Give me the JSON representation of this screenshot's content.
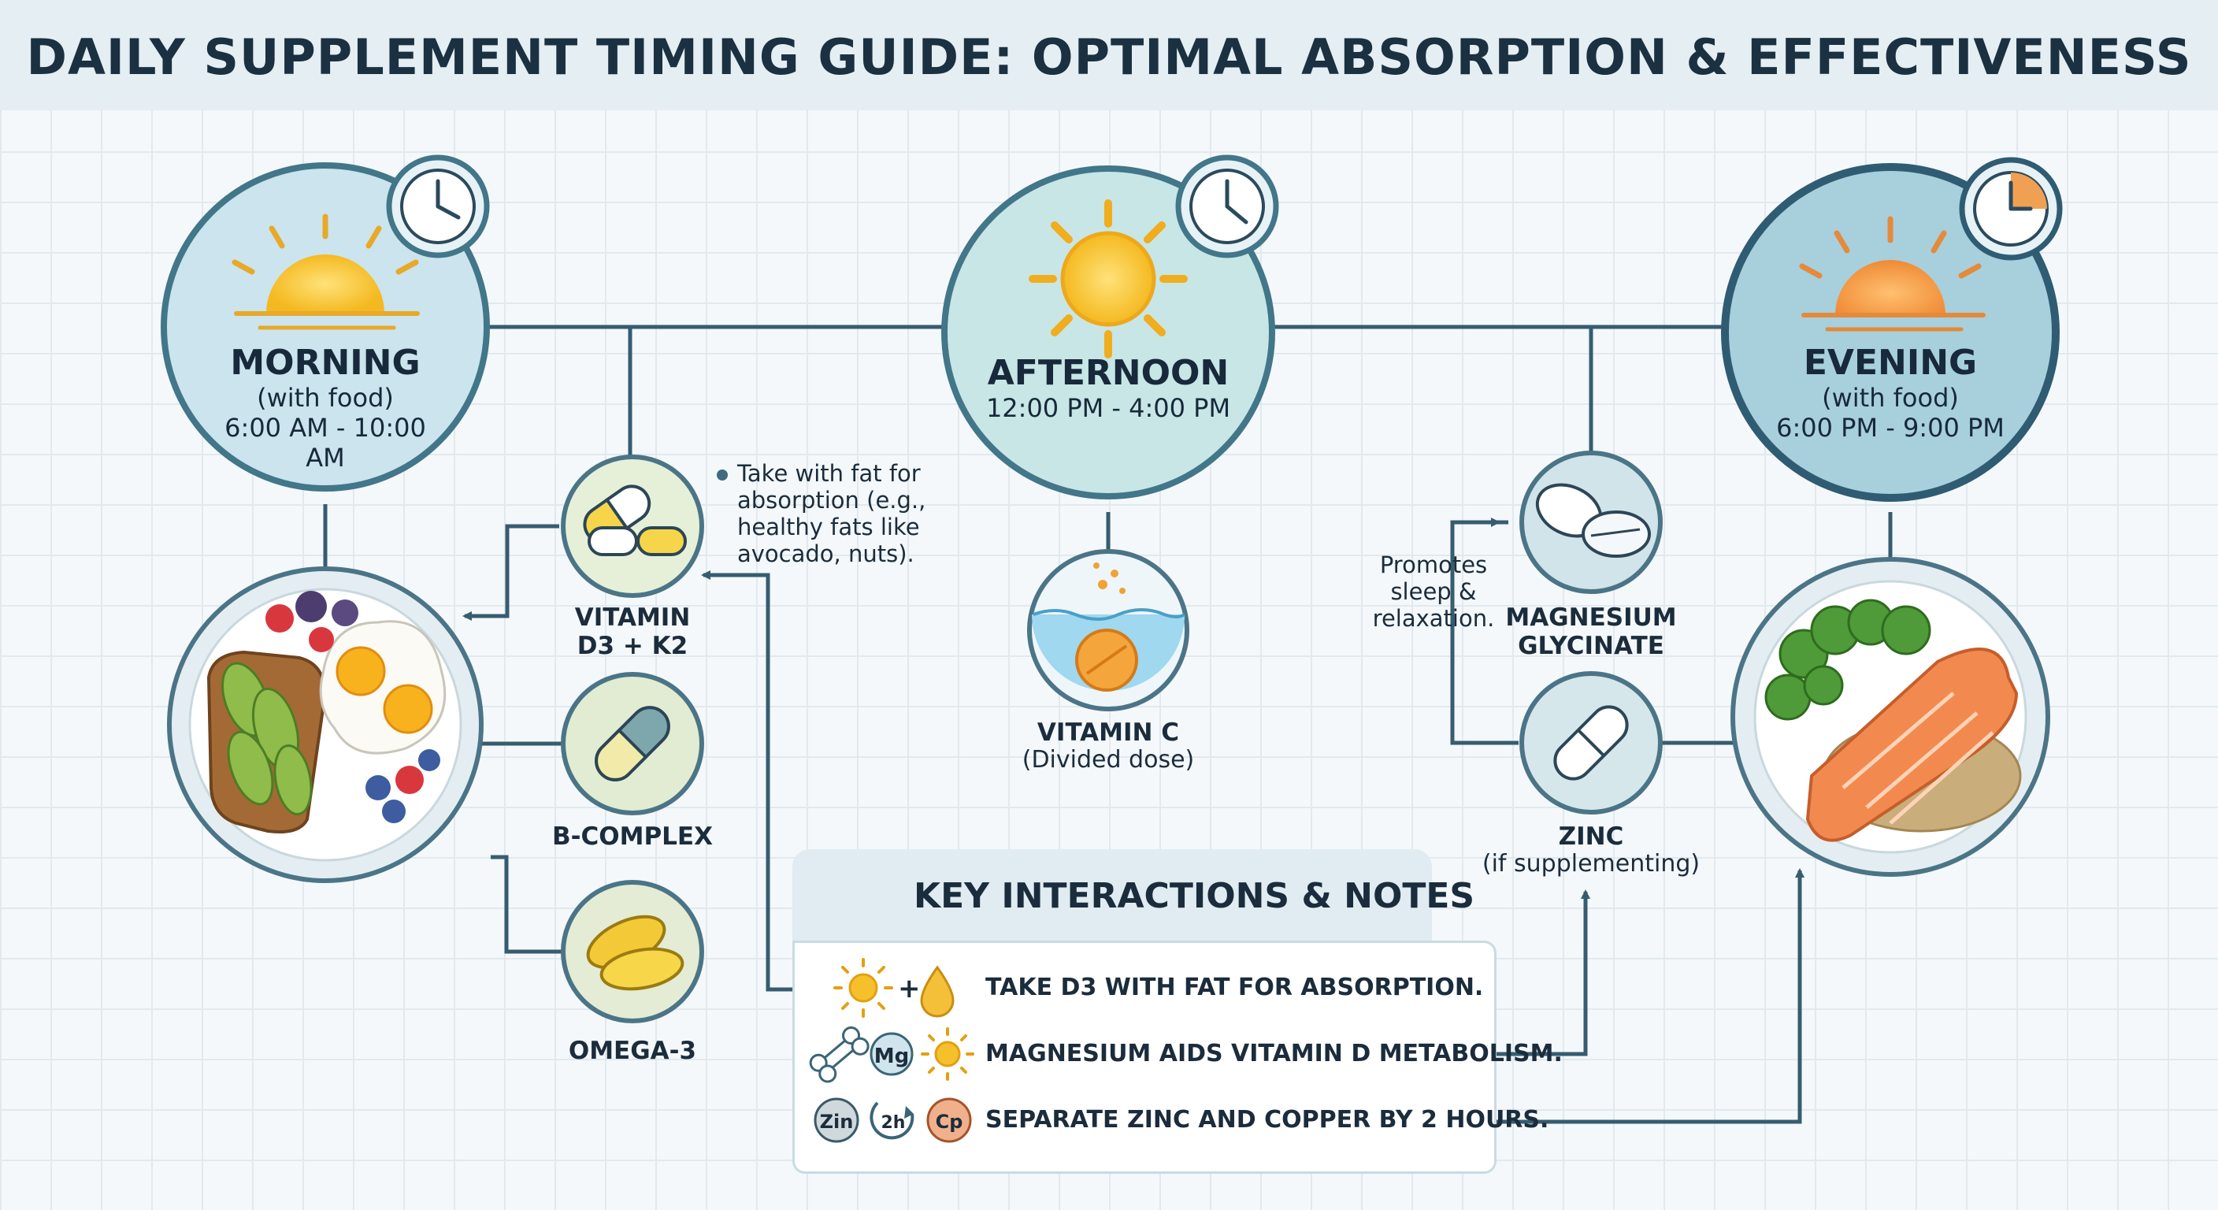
{
  "title": "DAILY SUPPLEMENT TIMING GUIDE: OPTIMAL ABSORPTION & EFFECTIVENESS",
  "times": {
    "morning": {
      "name": "MORNING",
      "sub": "(with food)",
      "range": "6:00 AM - 10:00 AM"
    },
    "afternoon": {
      "name": "AFTERNOON",
      "range": "12:00 PM - 4:00 PM"
    },
    "evening": {
      "name": "EVENING",
      "sub": "(with food)",
      "range": "6:00 PM - 9:00 PM"
    }
  },
  "supplements": {
    "d3k2": {
      "line1": "VITAMIN",
      "line2": "D3 + K2"
    },
    "bcomplex": {
      "label": "B-COMPLEX"
    },
    "omega3": {
      "label": "OMEGA-3"
    },
    "vitc": {
      "label": "VITAMIN C",
      "sub": "(Divided dose)"
    },
    "magnesium": {
      "line1": "MAGNESIUM",
      "line2": "GLYCINATE"
    },
    "zinc": {
      "label": "ZINC",
      "sub": "(if supplementing)"
    }
  },
  "notes": {
    "fat": [
      "Take with fat for",
      "absorption (e.g.,",
      "healthy fats like",
      "avocado, nuts)."
    ],
    "sleep": [
      "Promotes",
      "sleep &",
      "relaxation."
    ]
  },
  "panel": {
    "title": "KEY INTERACTIONS & NOTES",
    "rows": [
      {
        "text": "TAKE D3 WITH FAT FOR ABSORPTION."
      },
      {
        "text": "MAGNESIUM AIDS VITAMIN D METABOLISM.",
        "badge": "Mg"
      },
      {
        "text": "SEPARATE ZINC AND COPPER BY 2 HOURS.",
        "badges": [
          "Zin",
          "2h",
          "Cp"
        ]
      }
    ]
  },
  "colors": {
    "line": "#365c70",
    "morning": "#c8e3ec",
    "afternoon": "#c6e6e6",
    "evening": "#a9cfdc",
    "sun": "#f6c02c",
    "sunset": "#f29a44"
  }
}
